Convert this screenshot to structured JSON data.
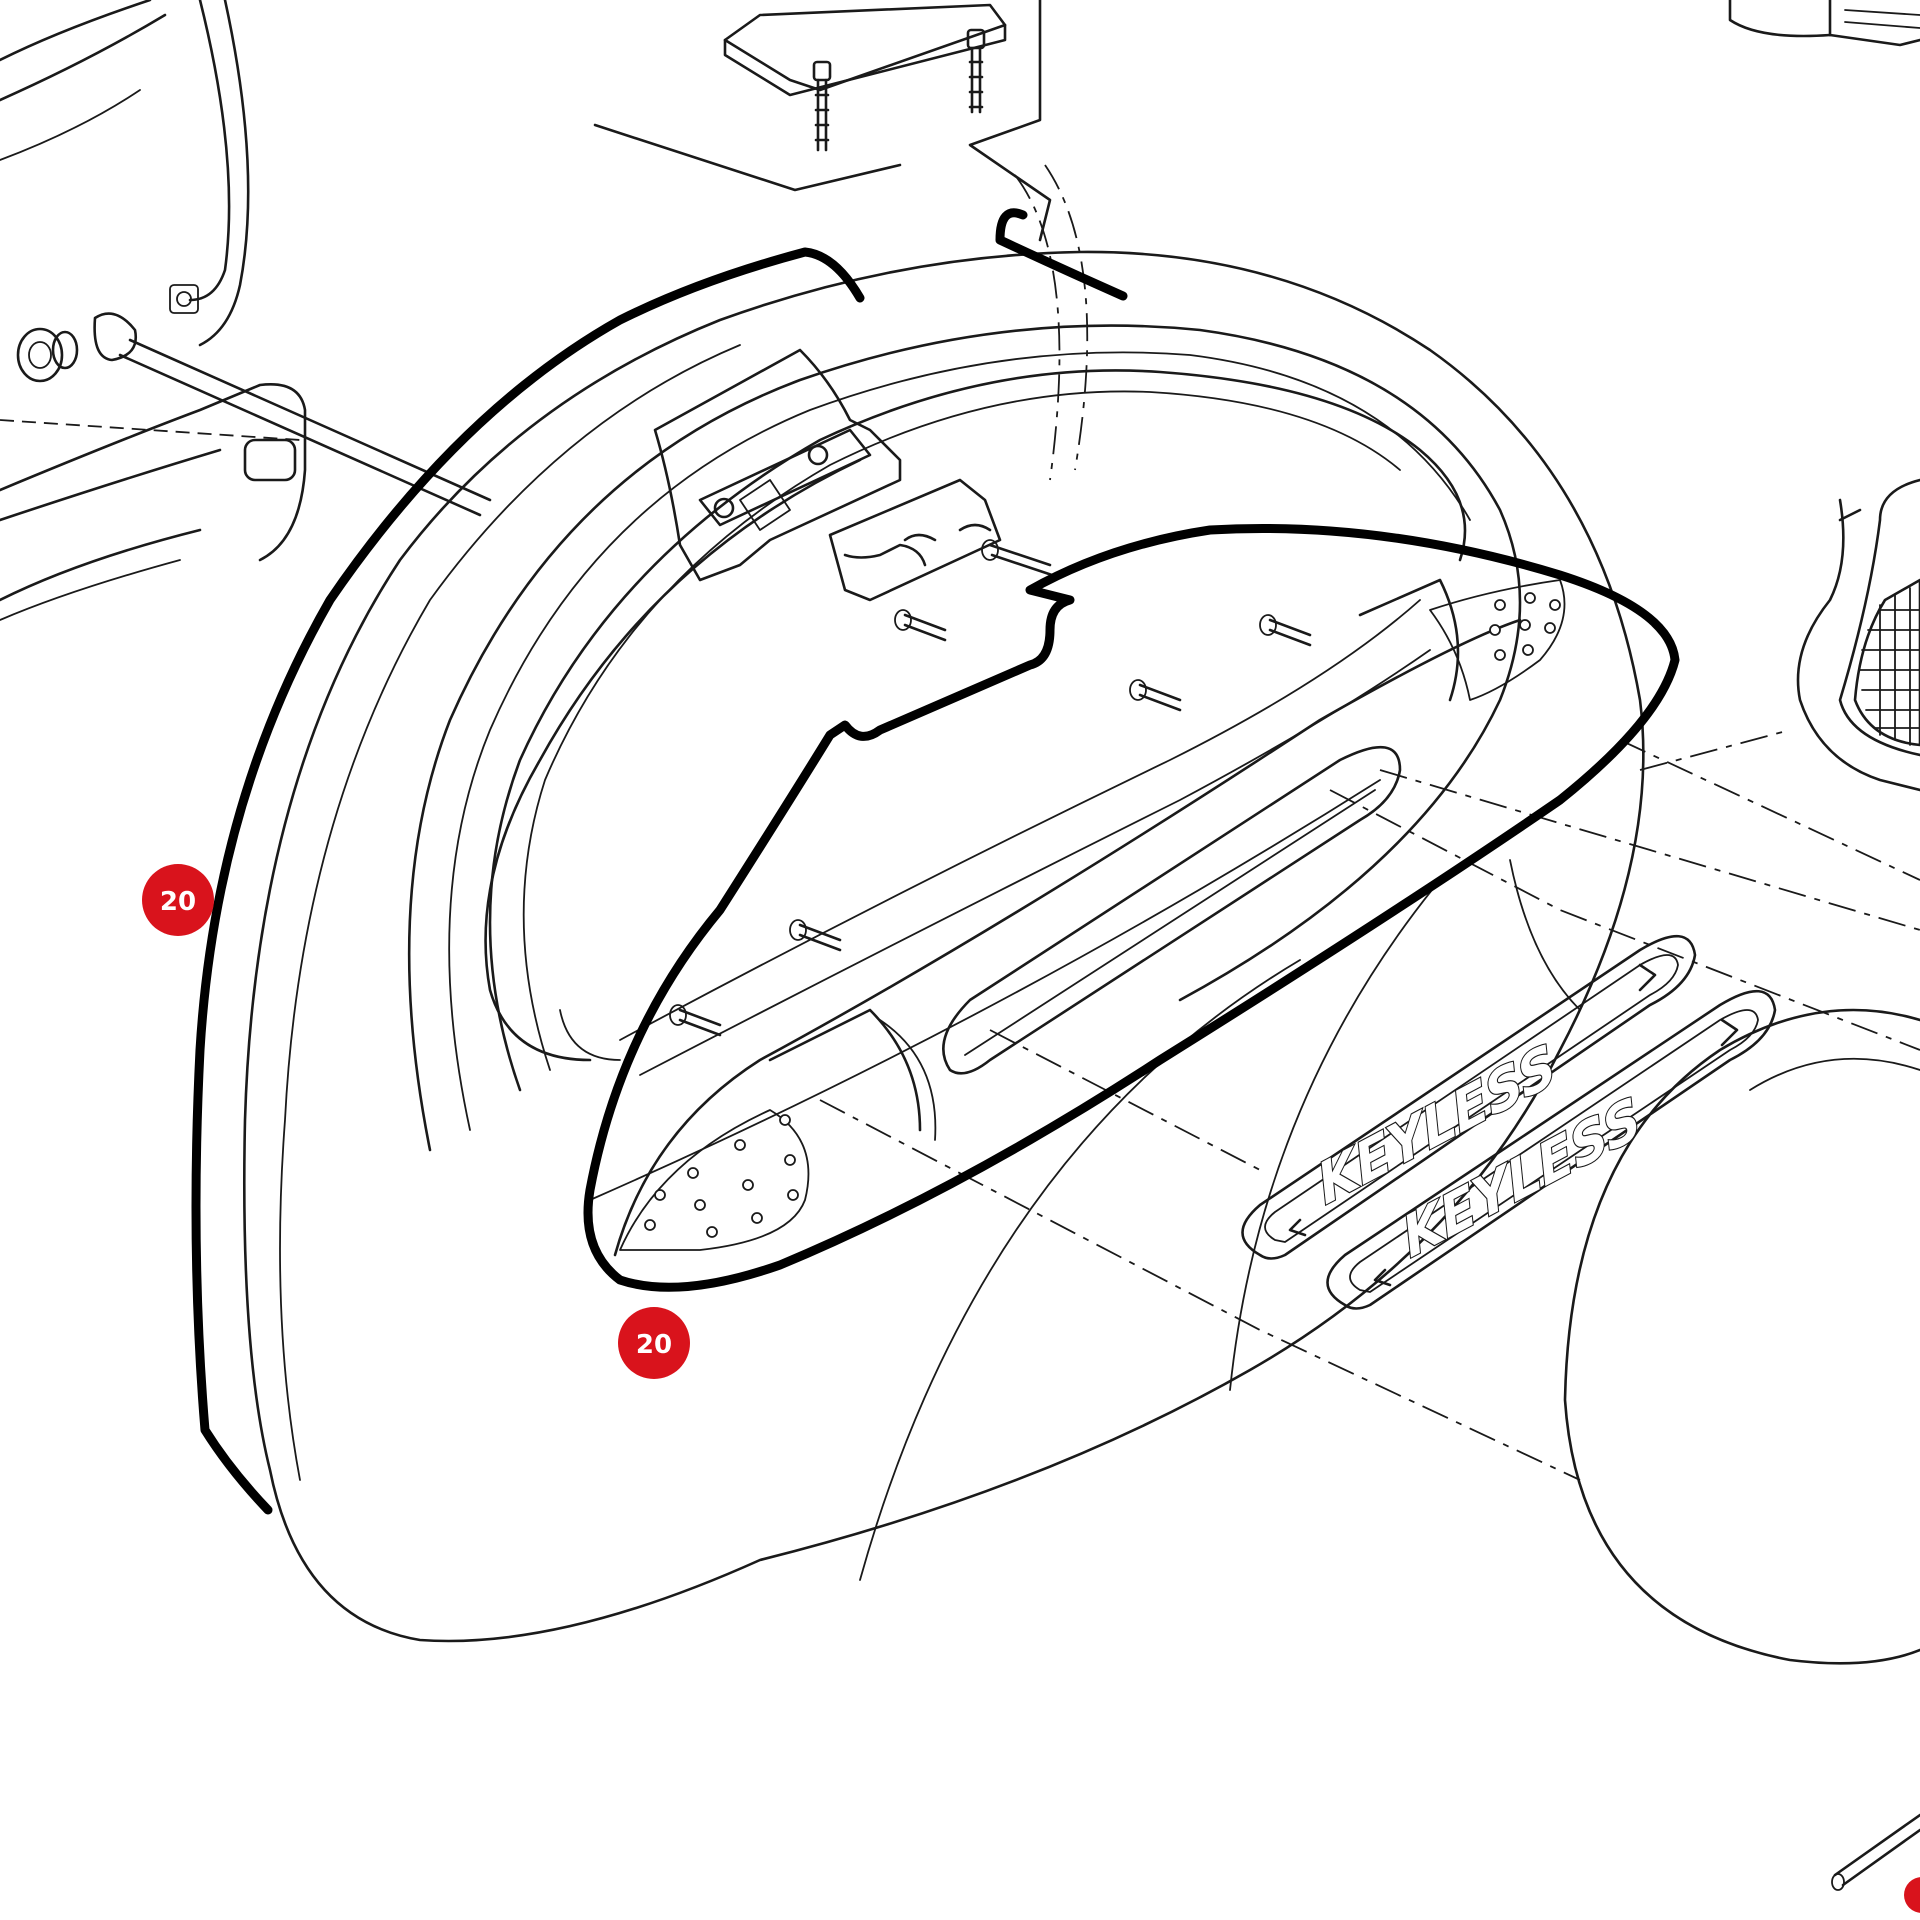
{
  "callouts": [
    {
      "number": "20",
      "color": "#d9131c"
    },
    {
      "number": "20",
      "color": "#d9131c"
    }
  ],
  "emblems": [
    {
      "text": "KEYLESS"
    },
    {
      "text": "KEYLESS"
    }
  ],
  "colors": {
    "line": "#1a1a1a",
    "seal": "#000000",
    "callout_fill": "#d9131c",
    "callout_text": "#ffffff",
    "background": "#ffffff"
  }
}
